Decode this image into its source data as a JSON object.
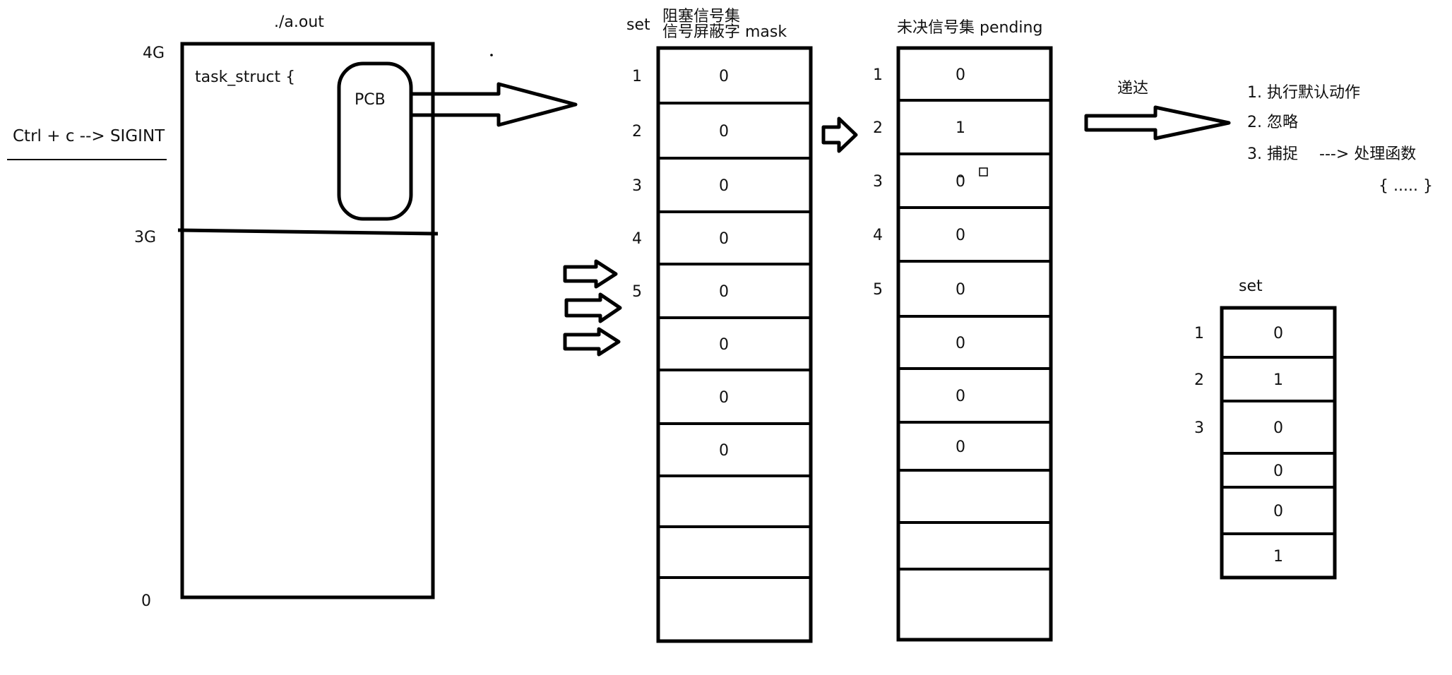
{
  "process": {
    "title": "./a.out",
    "addr_4g": "4G",
    "addr_3g": "3G",
    "addr_0": "0",
    "task_struct": "task_struct {",
    "pcb": "PCB"
  },
  "signal_source": "Ctrl + c --> SIGINT",
  "mask_set": {
    "set_label": "set",
    "title_line1": "阻塞信号集",
    "title_line2": "信号屏蔽字 mask",
    "row_numbers": [
      "1",
      "2",
      "3",
      "4",
      "5"
    ],
    "values": [
      "0",
      "0",
      "0",
      "0",
      "0",
      "0",
      "0",
      "0",
      "",
      "",
      ""
    ]
  },
  "pending_set": {
    "title": "未决信号集 pending",
    "row_numbers": [
      "1",
      "2",
      "3",
      "4",
      "5"
    ],
    "values": [
      "0",
      "1",
      "0",
      "0",
      "0",
      "0",
      "0",
      "0",
      "",
      "",
      ""
    ],
    "mark": "-"
  },
  "delivery": {
    "label": "递达",
    "options": [
      "1. 执行默认动作",
      "2. 忽略",
      "3. 捕捉"
    ],
    "handler_arrow": "---> 处理函数",
    "handler_body": "{ ..... }"
  },
  "small_set": {
    "set_label": "set",
    "row_numbers": [
      "1",
      "2",
      "3"
    ],
    "values": [
      "0",
      "1",
      "0",
      "0",
      "0",
      "1"
    ]
  }
}
